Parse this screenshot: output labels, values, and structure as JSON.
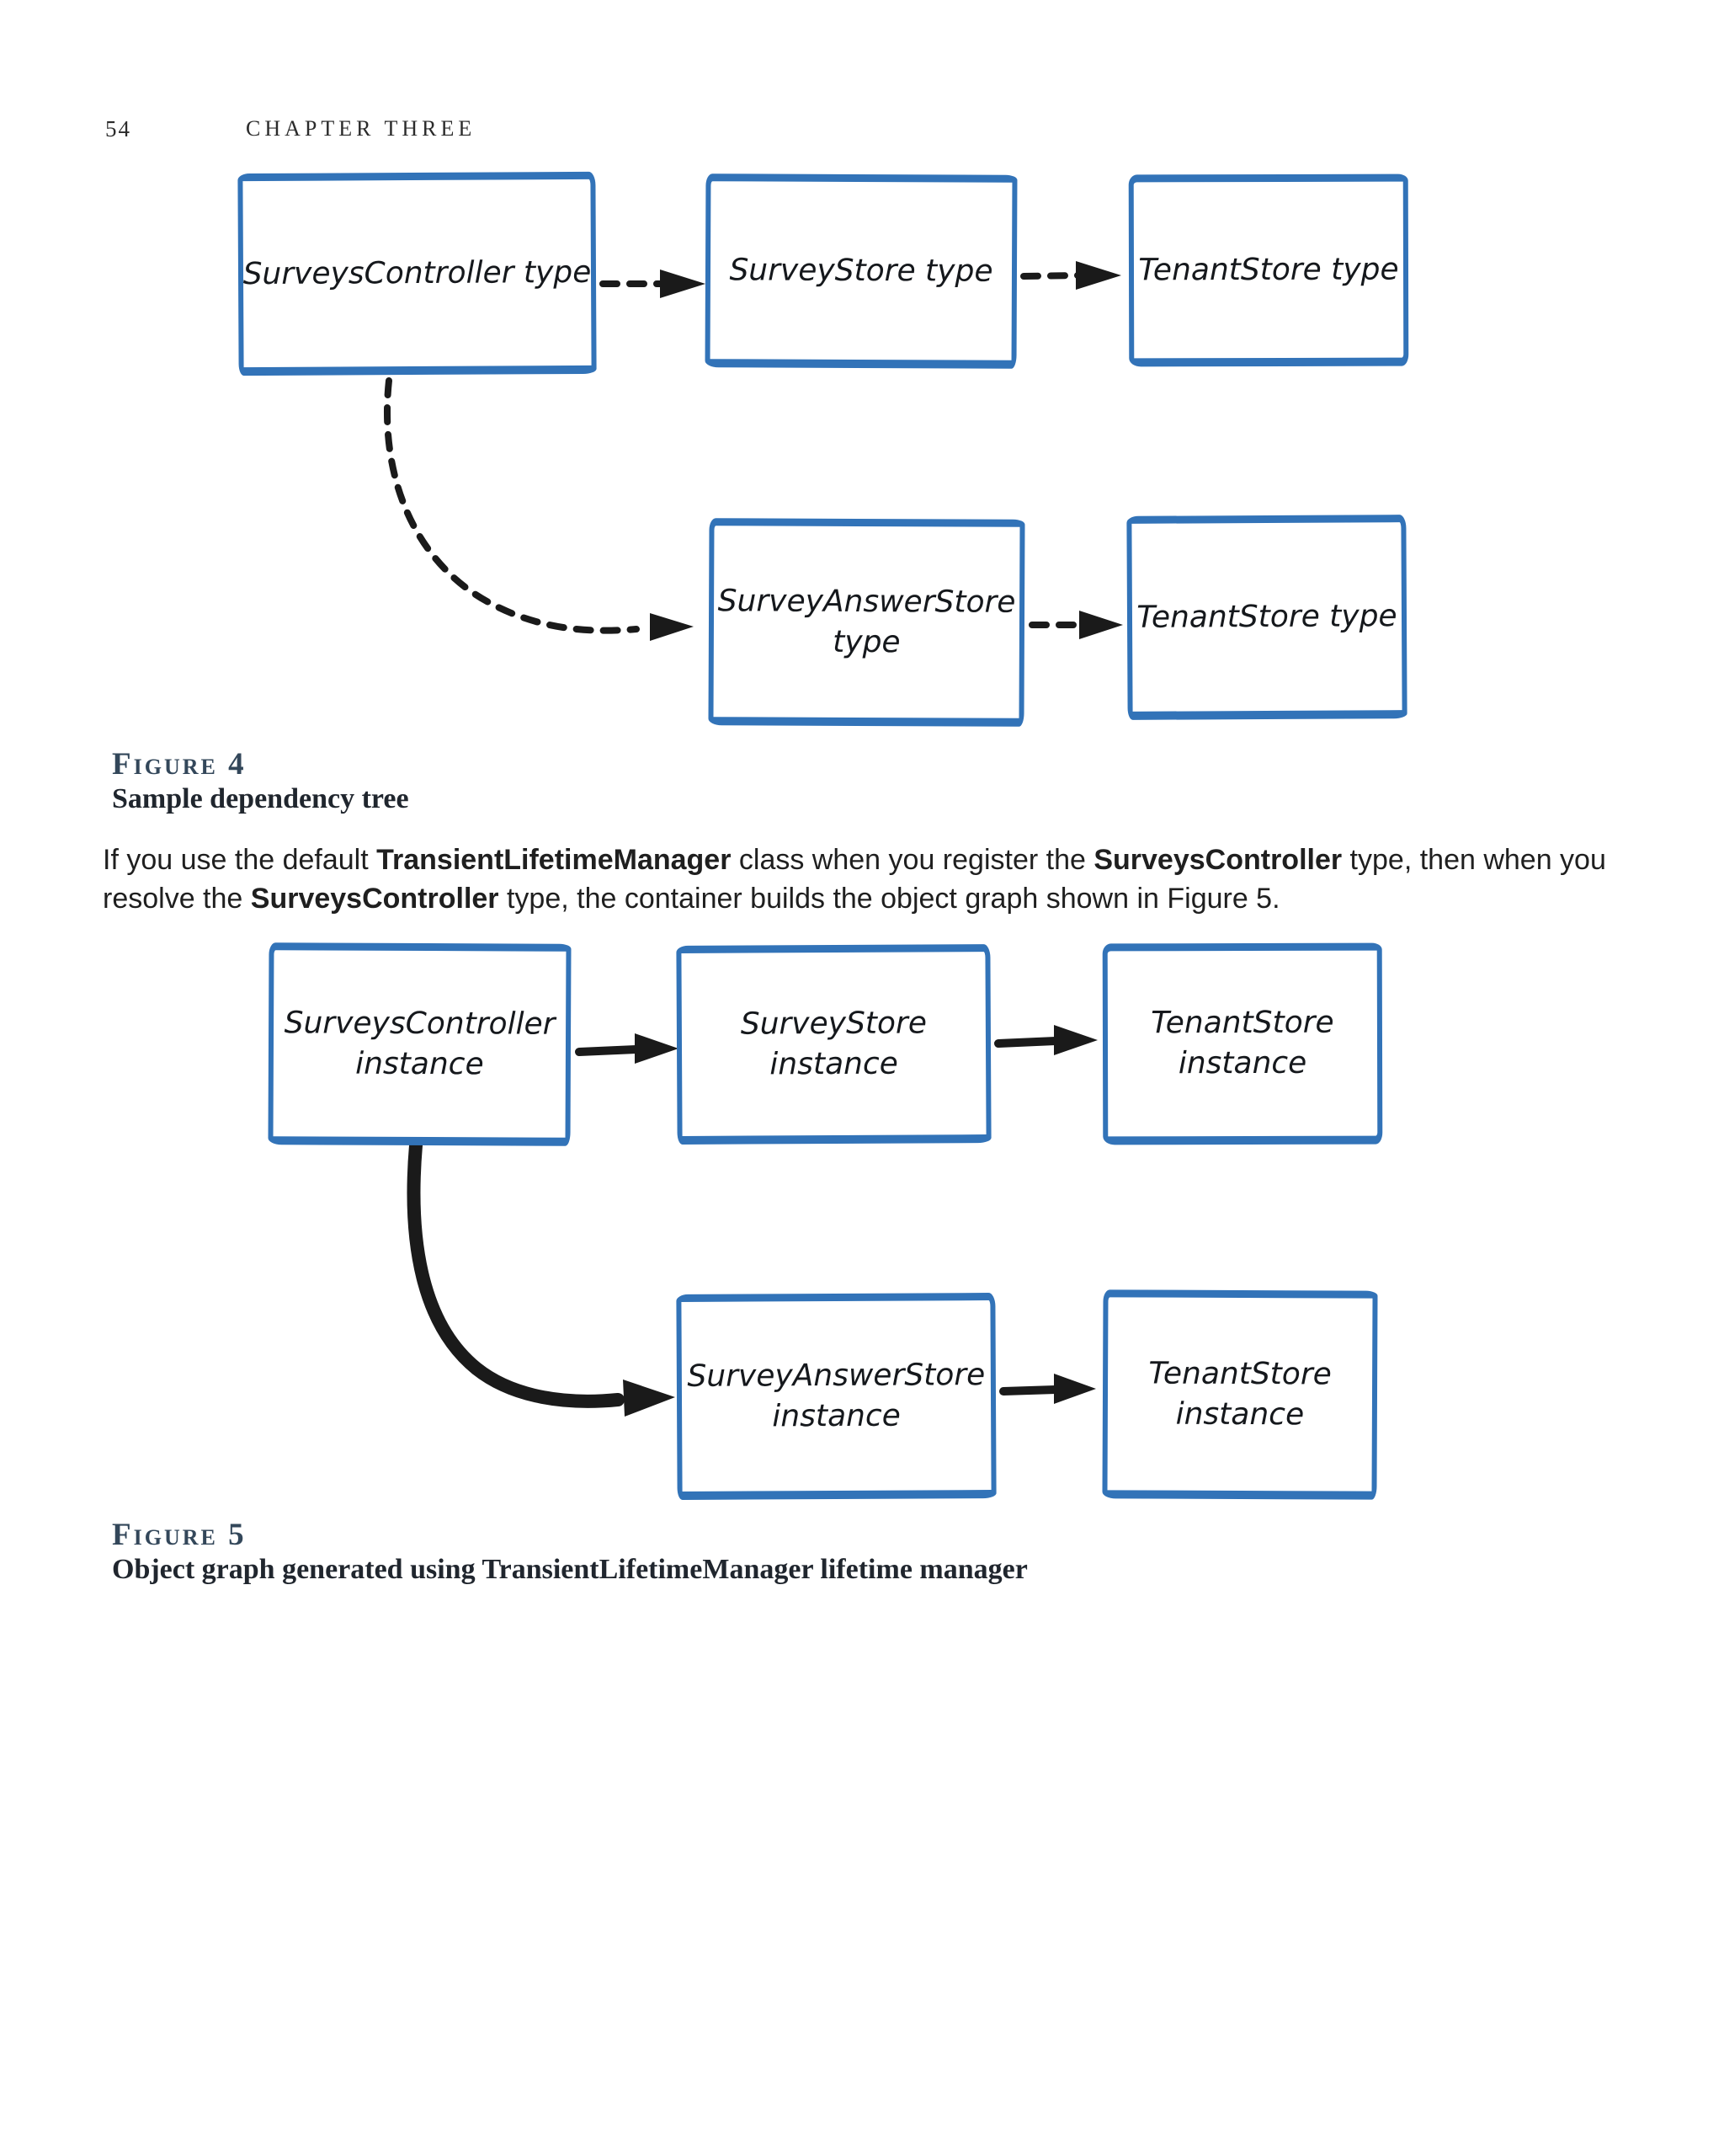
{
  "header": {
    "page_number": "54",
    "chapter_title": "CHAPTER THREE"
  },
  "figure4": {
    "label": "Figure 4",
    "caption": "Sample dependency tree",
    "boxes": [
      {
        "label": "SurveysController type"
      },
      {
        "label": "SurveyStore type"
      },
      {
        "label": "TenantStore type"
      },
      {
        "label": "SurveyAnswerStore\ntype"
      },
      {
        "label": "TenantStore type"
      }
    ]
  },
  "paragraph": {
    "segments": [
      {
        "text": "If you use the default ",
        "bold": false
      },
      {
        "text": "TransientLifetimeManager",
        "bold": true
      },
      {
        "text": " class when you register the ",
        "bold": false
      },
      {
        "text": "SurveysController",
        "bold": true
      },
      {
        "text": " type, then when you resolve the ",
        "bold": false
      },
      {
        "text": "SurveysController",
        "bold": true
      },
      {
        "text": " type, the container builds the object graph shown in Figure 5.",
        "bold": false
      }
    ]
  },
  "figure5": {
    "label": "Figure 5",
    "caption": "Object graph generated using TransientLifetimeManager lifetime manager",
    "boxes": [
      {
        "label": "SurveysController\ninstance"
      },
      {
        "label": "SurveyStore\ninstance"
      },
      {
        "label": "TenantStore\ninstance"
      },
      {
        "label": "SurveyAnswerStore\ninstance"
      },
      {
        "label": "TenantStore\ninstance"
      }
    ]
  },
  "colors": {
    "box_border": "#3273B8",
    "arrow": "#1A1A1A",
    "figure_label": "#33475A",
    "body_text": "#1F1F1F"
  }
}
